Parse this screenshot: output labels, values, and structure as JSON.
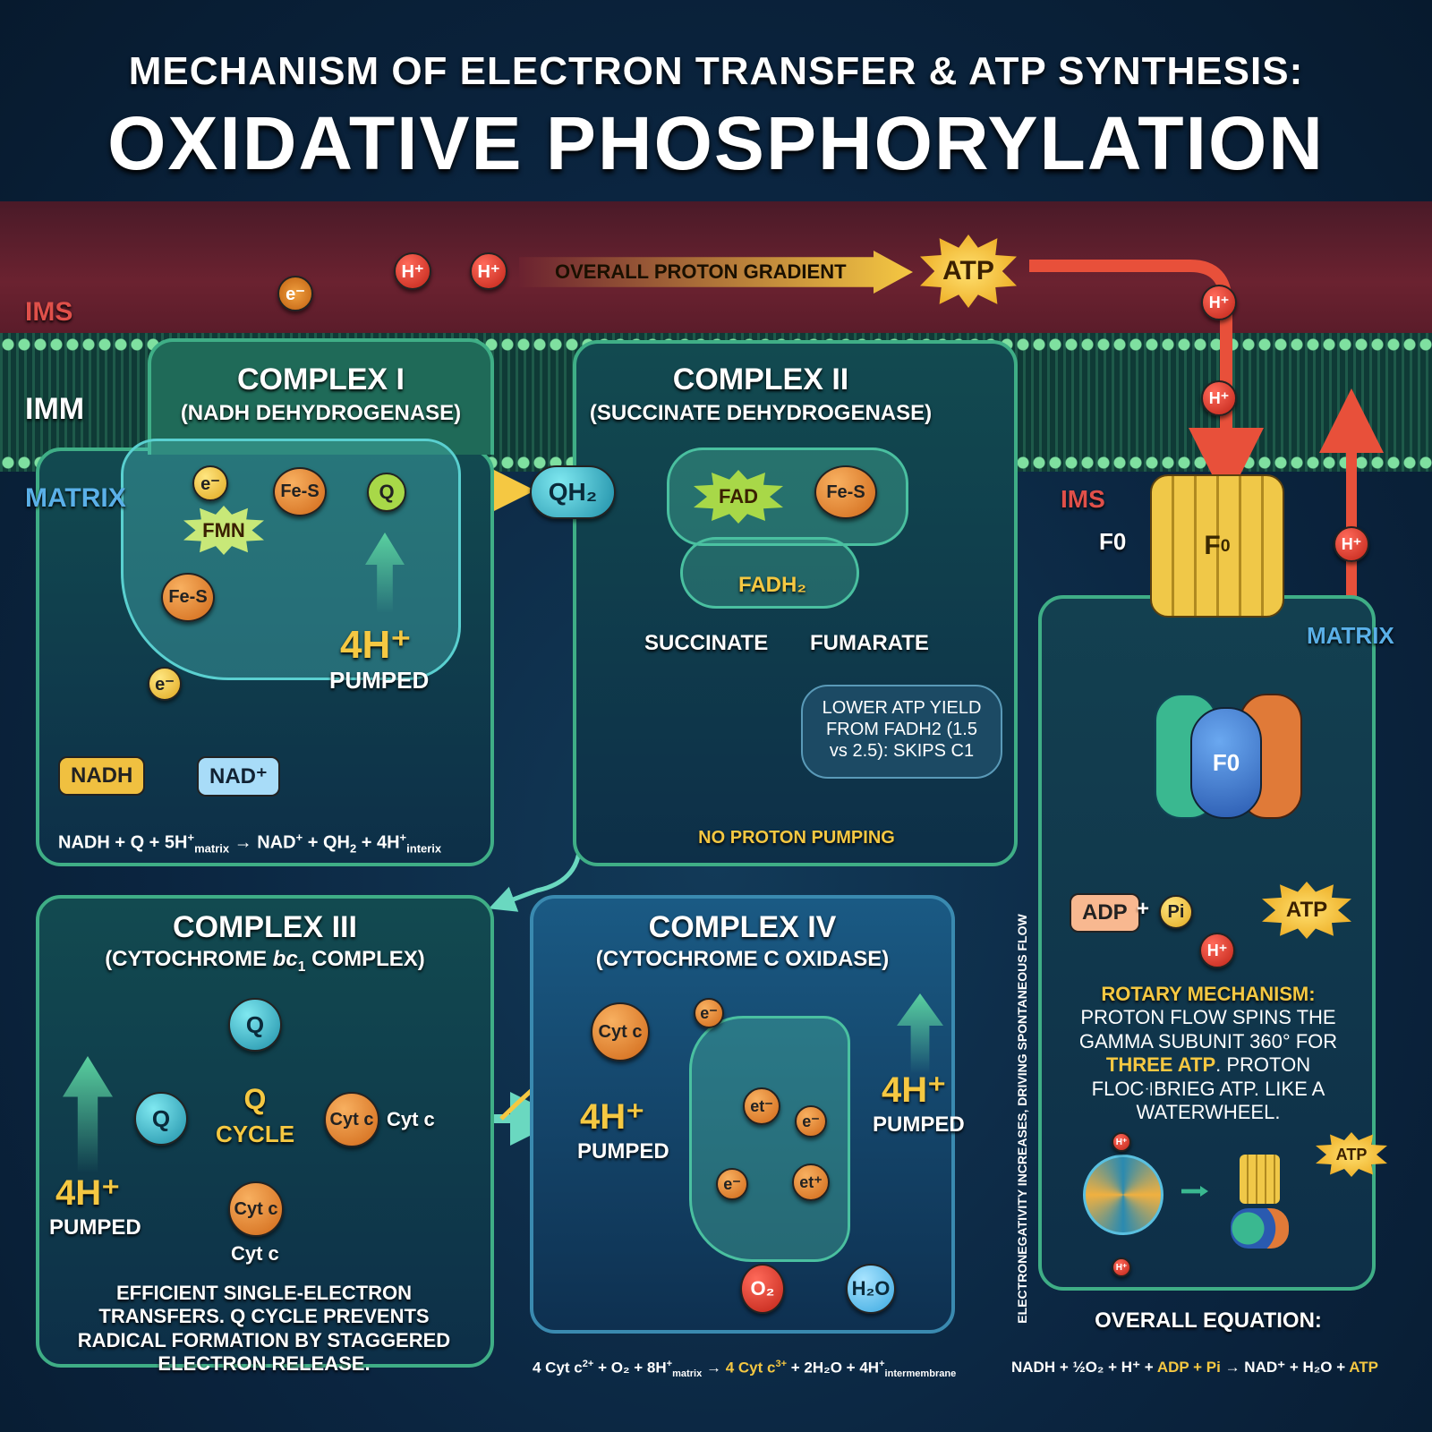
{
  "title": {
    "line1": "MECHANISM OF ELECTRON TRANSFER & ATP SYNTHESIS:",
    "line2": "OXIDATIVE PHOSPHORYLATION"
  },
  "regions": {
    "ims": "IMS",
    "imm": "IMM",
    "matrix": "MATRIX"
  },
  "gradient_banner": {
    "h1": "H⁺",
    "h2": "H⁺",
    "electron": "e⁻",
    "label": "OVERALL PROTON GRADIENT",
    "atp": "ATP"
  },
  "complex1": {
    "title": "COMPLEX I",
    "subtitle": "(NADH DEHYDROGENASE)",
    "e1": "e⁻",
    "fes1": "Fe-S",
    "q": "Q",
    "fmn": "FMN",
    "fes2": "Fe-S",
    "e2": "e⁻",
    "nadh": "NADH",
    "nad": "NAD⁺",
    "pumped_count": "4H⁺",
    "pumped": "PUMPED",
    "equation": {
      "a": "NADH + Q + 5H",
      "sub1": "matrix",
      "b": " → NAD",
      "c": " + QH",
      "d": " + 4H",
      "sub2": "interix"
    }
  },
  "qh2": "QH₂",
  "complex2": {
    "title": "COMPLEX II",
    "subtitle": "(SUCCINATE DEHYDROGENASE)",
    "fad": "FAD",
    "fes": "Fe-S",
    "fadh2": "FADH₂",
    "succinate": "SUCCINATE",
    "fumarate": "FUMARATE",
    "note": "LOWER ATP YIELD FROM FADH2 (1.5 vs 2.5): SKIPS C1",
    "footer": "NO PROTON PUMPING"
  },
  "complex3": {
    "title": "COMPLEX III",
    "subtitle_a": "(CYTOCHROME ",
    "subtitle_b": "bc",
    "subtitle_sub": "1",
    "subtitle_c": " COMPLEX)",
    "q_top": "Q",
    "q_left": "Q",
    "cycle1": "Q",
    "cycle2": "CYCLE",
    "cytc_right": "Cyt c",
    "cytc_right_label": "Cyt c",
    "cytc_bottom": "Cyt c",
    "cytc_bottom_label": "Cyt c",
    "pumped_count": "4H⁺",
    "pumped": "PUMPED",
    "note": "EFFICIENT SINGLE-ELECTRON TRANSFERS. Q CYCLE PREVENTS RADICAL FORMATION BY STAGGERED ELECTRON RELEASE."
  },
  "complex4": {
    "title": "COMPLEX IV",
    "subtitle": "(CYTOCHROME C OXIDASE)",
    "cytc": "Cyt c",
    "e1": "e⁻",
    "et1": "et⁻",
    "e2": "e⁻",
    "e3": "e⁻",
    "et2": "et⁺",
    "o2": "O₂",
    "h2o": "H₂O",
    "left_count": "4H⁺",
    "left_pumped": "PUMPED",
    "right_count": "4H⁺",
    "right_pumped": "PUMPED",
    "equation": {
      "a": "4 Cyt c",
      "sup1": "2+",
      "b": " + O₂ + 8H",
      "sup2": "+",
      "sub1": "matrix",
      "c": " → ",
      "d": "4 Cyt c",
      "sup3": "3+",
      "e": " + 2H₂O + 4H",
      "sup4": "+",
      "sub2": "intermembrane"
    }
  },
  "gradient_arrow_label": "ELECTRONEGATIVITY INCREASES, DRIVING SPONTANEOUS FLOW",
  "atp_synthase": {
    "h_top1": "H⁺",
    "h_top2": "H⁺",
    "h_right": "H⁺",
    "ims": "IMS",
    "f0_left": "F0",
    "f0_rotor": "F",
    "f0_rotor_sub": "0",
    "matrix": "MATRIX",
    "f0_head": "F0",
    "adp": "ADP",
    "plus": "+",
    "pi": "Pi",
    "atp": "ATP",
    "h_bottom": "H⁺",
    "rotary_title": "ROTARY MECHANISM:",
    "rotary_a": "PROTON FLOW SPINS THE GAMMA SUBUNIT 360° FOR ",
    "rotary_b": "THREE ATP",
    "rotary_c": ". PROTON FLOC꜊BRIEG ATP. LIKE A WATERWHEEL.",
    "mini_h_top": "H⁺",
    "mini_h_bottom": "H⁺",
    "mini_atp": "ATP"
  },
  "overall": {
    "title": "OVERALL EQUATION:",
    "a": "NADH + ½O₂ + H⁺ + ",
    "b": "ADP + Pi",
    "c": " → NAD⁺ + H₂O + ",
    "d": "ATP"
  },
  "colors": {
    "ims_band": "#6b2230",
    "membrane_lipid": "#7fe0a0",
    "box_border": "#3fae86",
    "gold": "#f5c842",
    "proton_red": "#e03a2a"
  }
}
